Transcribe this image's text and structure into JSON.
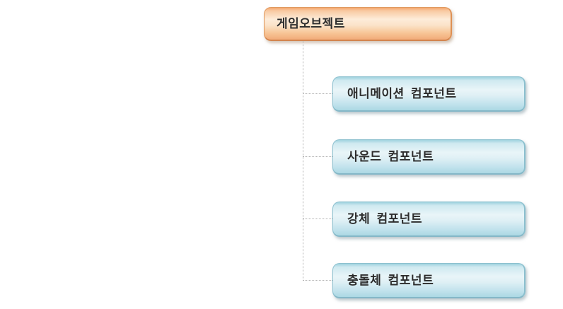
{
  "diagram": {
    "type": "hierarchy",
    "root": {
      "label": "게임오브젝트"
    },
    "children": [
      {
        "label": "애니메이션 컴포넌트"
      },
      {
        "label": "사운드 컴포넌트"
      },
      {
        "label": "강체 컴포넌트"
      },
      {
        "label": "충돌체 컴포넌트"
      }
    ],
    "colors": {
      "background": "#ffffff",
      "text": "#2d2d2d",
      "connector": "#b3b3b3",
      "root_gradient_top": "#f5a76e",
      "root_gradient_light": "#fdecd9",
      "root_gradient_bottom": "#f2ab79",
      "root_border": "#d2854e",
      "child_gradient_top": "#9fd2de",
      "child_gradient_light": "#e9f5f8",
      "child_gradient_bottom": "#abd8e4",
      "child_border": "#84b7c7"
    }
  }
}
